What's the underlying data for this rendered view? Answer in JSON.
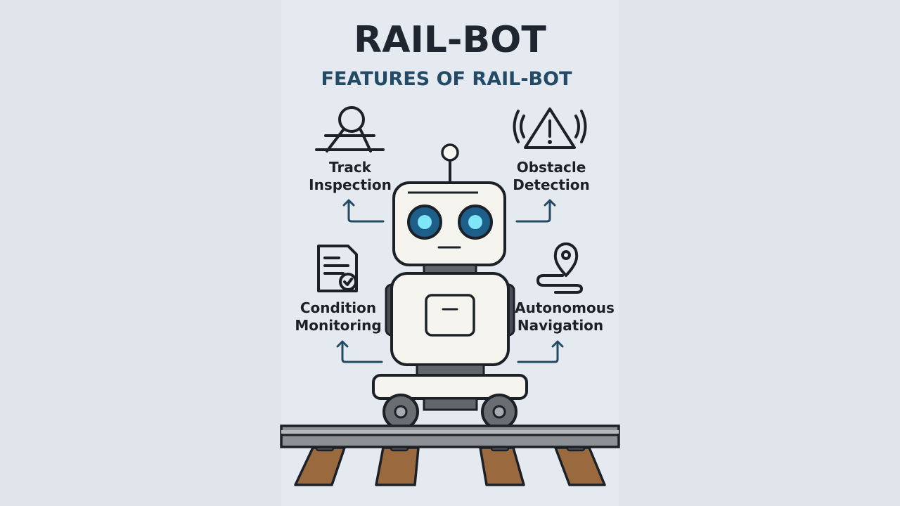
{
  "title": "RAIL-BOT",
  "subtitle": "FEATURES OF RAIL-BOT",
  "features": [
    {
      "line1": "Track",
      "line2": "Inspection",
      "icon": "magnifier-on-track-icon"
    },
    {
      "line1": "Obstacle",
      "line2": "Detection",
      "icon": "warning-triangle-icon"
    },
    {
      "line1": "Condition",
      "line2": "Monitoring",
      "icon": "document-check-icon"
    },
    {
      "line1": "Autonomous",
      "line2": "Navigation",
      "icon": "location-pin-route-icon"
    }
  ],
  "colors": {
    "background": "#dfe5eb",
    "panel": "#e4eaf0",
    "title": "#1f2630",
    "subtitle": "#234a66",
    "arrows": "#234a63",
    "robot_eyes": "#2a8fc4",
    "sleepers": "#9a6a3e"
  }
}
